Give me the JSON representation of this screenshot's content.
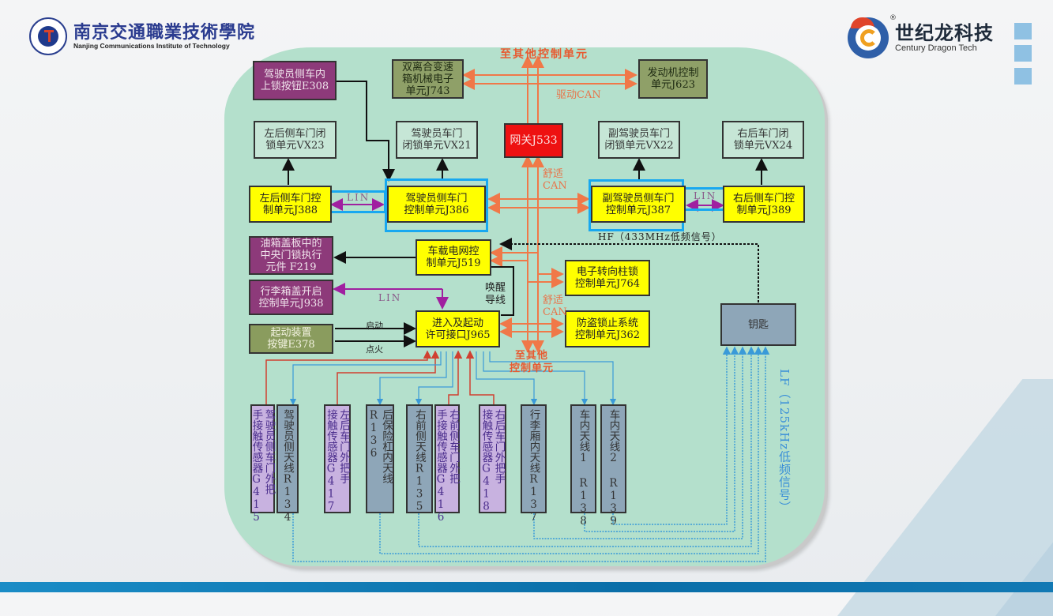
{
  "header": {
    "school_name_cn": "南京交通職業技術學院",
    "school_name_en": "Nanjing Communications Institute of Technology",
    "brand_name_cn": "世纪龙科技",
    "brand_name_en": "Century Dragon Tech",
    "brand_reg_mark": "®"
  },
  "colors": {
    "panel_bg": "#b4e0cc",
    "can_bus": "#f07848",
    "lin_bus": "#a020a0",
    "lf_signal": "#3a9ad8",
    "highlight": "#18a8f0",
    "footer": "#0a6ea8"
  },
  "diagram": {
    "labels": {
      "to_other_units_top": "至其他控制单元",
      "drive_can": "驱动CAN",
      "comfort_can_1": [
        "舒适",
        "CAN"
      ],
      "comfort_can_2": [
        "舒适",
        "CAN"
      ],
      "to_other_units_bottom": [
        "至其他",
        "控制单元"
      ],
      "hf_signal": "HF（433MHz低频信号）",
      "lf_signal": "LF（125kHz低频信号）",
      "lin_left": "LIN",
      "lin_right": "LIN",
      "lin_trunk": "LIN",
      "wake_line": [
        "唤醒",
        "导线"
      ],
      "start": "启动",
      "ignition": "点火"
    },
    "boxes": {
      "e308": [
        "驾驶员侧车内",
        "上锁按钮E308"
      ],
      "j743": [
        "双离合变速",
        "箱机械电子",
        "单元J743"
      ],
      "j623": [
        "发动机控制",
        "单元J623"
      ],
      "vx23": [
        "左后侧车门闭",
        "锁单元VX23"
      ],
      "vx21": [
        "驾驶员车门",
        "闭锁单元VX21"
      ],
      "j533": "网关J533",
      "vx22": [
        "副驾驶员车门",
        "闭锁单元VX22"
      ],
      "vx24": [
        "右后车门闭",
        "锁单元VX24"
      ],
      "j388": [
        "左后侧车门控",
        "制单元J388"
      ],
      "j386": [
        "驾驶员侧车门",
        "控制单元J386"
      ],
      "j387": [
        "副驾驶员侧车门",
        "控制单元J387"
      ],
      "j389": [
        "右后侧车门控",
        "制单元J389"
      ],
      "f219": [
        "油箱盖板中的",
        "中央门锁执行",
        "元件 F219"
      ],
      "j519": [
        "车载电网控",
        "制单元J519"
      ],
      "j764": [
        "电子转向柱锁",
        "控制单元J764"
      ],
      "j938": [
        "行李箱盖开启",
        "控制单元J938"
      ],
      "e378": [
        "起动装置",
        "按键E378"
      ],
      "j965": [
        "进入及起动",
        "许可接口J965"
      ],
      "j362": [
        "防盗锁止系统",
        "控制单元J362"
      ],
      "key": "钥匙"
    },
    "vertical_boxes": [
      {
        "id": "g415",
        "cols": [
          "驾驶员侧车门外把",
          "手接触传感器G415"
        ],
        "type": "sensor"
      },
      {
        "id": "r134",
        "cols": [
          "驾驶员侧天线R134"
        ],
        "type": "antenna"
      },
      {
        "id": "g417",
        "cols": [
          "左后车门外把手",
          "接触传感器G417"
        ],
        "type": "sensor"
      },
      {
        "id": "r136",
        "cols": [
          "后保险杠内天线",
          "R136"
        ],
        "type": "antenna"
      },
      {
        "id": "r135",
        "cols": [
          "右前侧天线R135"
        ],
        "type": "antenna"
      },
      {
        "id": "g416",
        "cols": [
          "右前侧车门外把",
          "手接触传感器G416"
        ],
        "type": "sensor"
      },
      {
        "id": "g418",
        "cols": [
          "右后车门外把手",
          "接触传感器G418"
        ],
        "type": "sensor"
      },
      {
        "id": "r137",
        "cols": [
          "行李厢内天线R137"
        ],
        "type": "antenna"
      },
      {
        "id": "r138",
        "cols": [
          "车内天线1 R138"
        ],
        "type": "antenna"
      },
      {
        "id": "r139",
        "cols": [
          "车内天线2 R139"
        ],
        "type": "antenna"
      }
    ]
  }
}
